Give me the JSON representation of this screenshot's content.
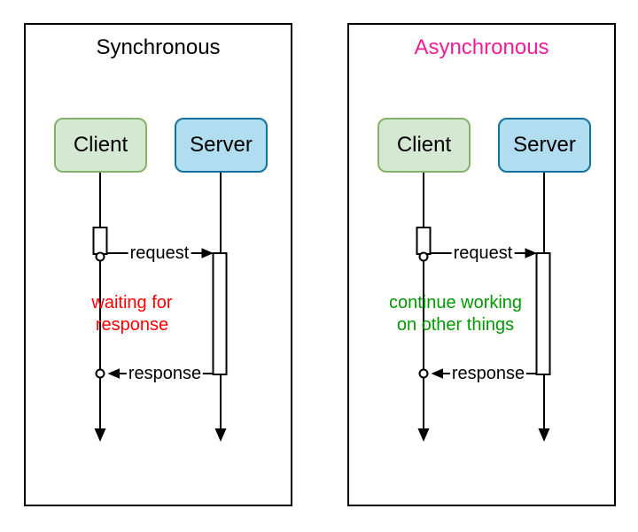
{
  "colors": {
    "panel_border": "#000000",
    "sync_title": "#000000",
    "async_title": "#ed1e98",
    "client_fill": "#d5e8d4",
    "client_border": "#82b366",
    "server_fill": "#b1ddf0",
    "server_border": "#10739e",
    "waiting_text": "#ff0000",
    "continue_text": "#009900",
    "line": "#000000"
  },
  "panels": [
    {
      "title": "Synchronous",
      "client_label": "Client",
      "server_label": "Server",
      "request_label": "request",
      "response_label": "response",
      "note_line1": "waiting for",
      "note_line2": "response"
    },
    {
      "title": "Asynchronous",
      "client_label": "Client",
      "server_label": "Server",
      "request_label": "request",
      "response_label": "response",
      "note_line1": "continue working",
      "note_line2": "on other things"
    }
  ]
}
